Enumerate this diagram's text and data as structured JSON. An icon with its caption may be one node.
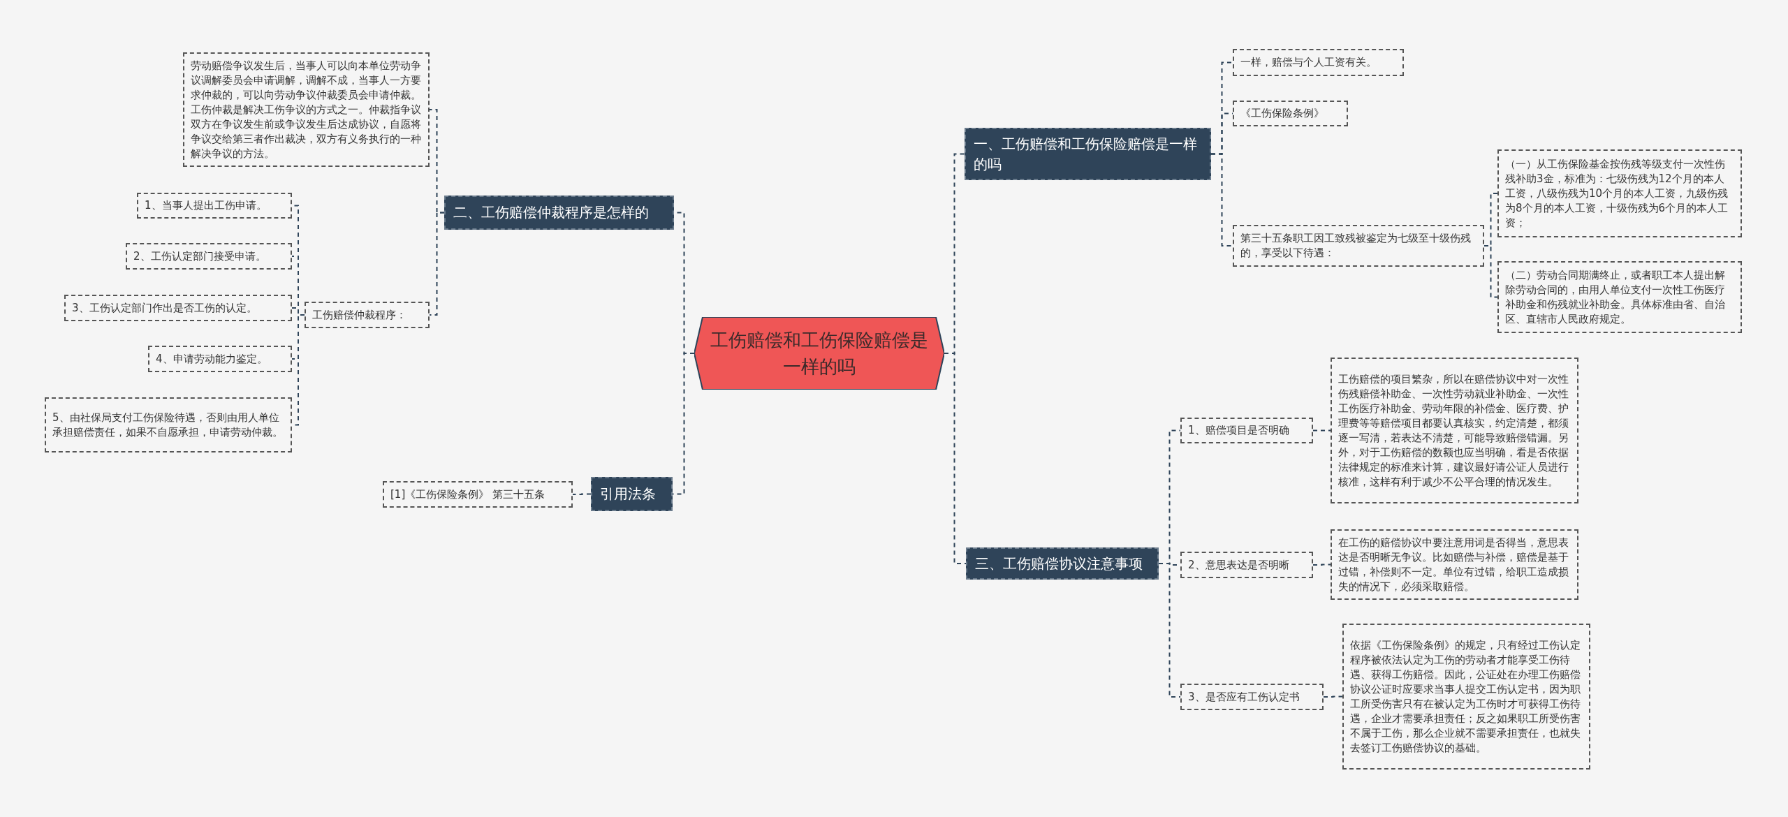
{
  "diagram": {
    "nodes": [
      {
        "text": [
          "工伤赔偿和工伤保险赔偿是一样的吗"
        ]
      },
      {
        "text": [
          "一、工伤赔偿和工伤保险赔偿是一样的吗"
        ]
      },
      {
        "text": [
          "一样，赔偿与个人工资有关。"
        ]
      },
      {
        "text": [
          "《工伤保险条例》"
        ]
      },
      {
        "text": [
          "第三十五条职工因工致残被鉴定为七级至十级伤残的，享受以下待遇："
        ]
      },
      {
        "text": [
          "（一）从工伤保险基金按伤残等级支付一次性伤残补助3金，标准为：七级伤残为12个月的本人工资，八级伤残为10个月的本人工资，九级伤残为8个月的本人工资，十级伤残为6个月的本人工资；"
        ]
      },
      {
        "text": [
          "（二）劳动合同期满终止，或者职工本人提出解除劳动合同的，由用人单位支付一次性工伤医疗补助金和伤残就业补助金。具体标准由省、自治区、直辖市人民政府规定。"
        ]
      },
      {
        "text": [
          "三、工伤赔偿协议注意事项"
        ]
      },
      {
        "text": [
          "1、赔偿项目是否明确"
        ]
      },
      {
        "text": [
          "工伤赔偿的项目繁杂，所以在赔偿协议中对一次性伤残赔偿补助金、一次性劳动就业补助金、一次性工伤医疗补助金、劳动年限的补偿金、医疗费、护理费等等赔偿项目都要认真核实，约定清楚，都须逐一写清，若表达不清楚，可能导致赔偿错漏。另外，对于工伤赔偿的数额也应当明确，看是否依据法律规定的标准来计算，建议最好请公证人员进行核准，这样有利于减少不公平合理的情况发生。"
        ]
      },
      {
        "text": [
          "2、意思表达是否明晰"
        ]
      },
      {
        "text": [
          "在工伤的赔偿协议中要注意用词是否得当，意思表达是否明晰无争议。比如赔偿与补偿，赔偿是基于过错，补偿则不一定。单位有过错，给职工造成损失的情况下，必须采取赔偿。"
        ]
      },
      {
        "text": [
          "3、是否应有工伤认定书"
        ]
      },
      {
        "text": [
          "依据《工伤保险条例》的规定，只有经过工伤认定程序被依法认定为工伤的劳动者才能享受工伤待遇、获得工伤赔偿。因此，公证处在办理工伤赔偿协议公证时应要求当事人提交工伤认定书，因为职工所受伤害只有在被认定为工伤时才可获得工伤待遇，企业才需要承担责任；反之如果职工所受伤害不属于工伤，那么企业就不需要承担责任，也就失去签订工伤赔偿协议的基础。"
        ]
      },
      {
        "text": [
          "二、工伤赔偿仲裁程序是怎样的"
        ]
      },
      {
        "text": [
          "劳动赔偿争议发生后，当事人可以向本单位劳动争议调解委员会申请调解，调解不成，当事人一方要求仲裁的，可以向劳动争议仲裁委员会申请仲裁。工伤仲裁是解决工伤争议的方式之一。仲裁指争议双方在争议发生前或争议发生后达成协议，自愿将争议交给第三者作出裁决，双方有义务执行的一种解决争议的方法。"
        ]
      },
      {
        "text": [
          "工伤赔偿仲裁程序："
        ]
      },
      {
        "text": [
          "1、当事人提出工伤申请。"
        ]
      },
      {
        "text": [
          "2、工伤认定部门接受申请。"
        ]
      },
      {
        "text": [
          "3、工伤认定部门作出是否工伤的认定。"
        ]
      },
      {
        "text": [
          "4、申请劳动能力鉴定。"
        ]
      },
      {
        "text": [
          "5、由社保局支付工伤保险待遇，否则由用人单位承担赔偿责任，如果不自愿承担，申请劳动仲裁。"
        ]
      },
      {
        "text": [
          "引用法条"
        ]
      },
      {
        "text": [
          "[1]《工伤保险条例》 第三十五条"
        ]
      }
    ],
    "edges": [
      {
        "from": 0,
        "to": 1,
        "arrow": "none"
      },
      {
        "from": 1,
        "to": 2,
        "arrow": "none"
      },
      {
        "from": 1,
        "to": 3,
        "arrow": "none"
      },
      {
        "from": 1,
        "to": 4,
        "arrow": "none"
      },
      {
        "from": 4,
        "to": 5,
        "arrow": "none"
      },
      {
        "from": 4,
        "to": 6,
        "arrow": "none"
      },
      {
        "from": 0,
        "to": 7,
        "arrow": "none"
      },
      {
        "from": 7,
        "to": 8,
        "arrow": "none"
      },
      {
        "from": 8,
        "to": 9,
        "arrow": "none"
      },
      {
        "from": 7,
        "to": 10,
        "arrow": "none"
      },
      {
        "from": 10,
        "to": 11,
        "arrow": "none"
      },
      {
        "from": 7,
        "to": 12,
        "arrow": "none"
      },
      {
        "from": 12,
        "to": 13,
        "arrow": "none"
      },
      {
        "from": 0,
        "to": 14,
        "arrow": "none"
      },
      {
        "from": 14,
        "to": 15,
        "arrow": "none"
      },
      {
        "from": 14,
        "to": 16,
        "arrow": "none"
      },
      {
        "from": 16,
        "to": 17,
        "arrow": "none"
      },
      {
        "from": 16,
        "to": 18,
        "arrow": "none"
      },
      {
        "from": 16,
        "to": 19,
        "arrow": "none"
      },
      {
        "from": 16,
        "to": 20,
        "arrow": "none"
      },
      {
        "from": 16,
        "to": 21,
        "arrow": "none"
      },
      {
        "from": 0,
        "to": 22,
        "arrow": "none"
      },
      {
        "from": 22,
        "to": 23,
        "arrow": "none"
      }
    ]
  }
}
